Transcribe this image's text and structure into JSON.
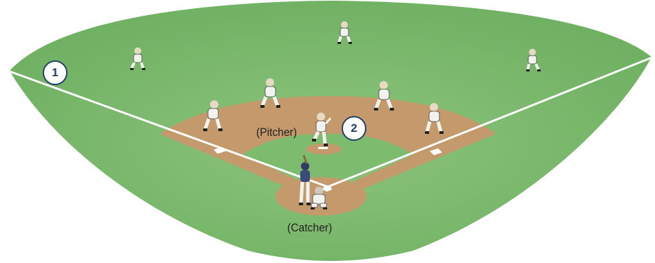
{
  "diagram": {
    "markers": [
      {
        "id": "1",
        "label": "1"
      },
      {
        "id": "2",
        "label": "2"
      }
    ],
    "labels": {
      "pitcher": "(Pitcher)",
      "catcher": "(Catcher)"
    },
    "colors": {
      "grass": "#7dbb6f",
      "infield_dirt": "#c49a6c",
      "foul_line": "#ffffff",
      "marker_border": "#1f3f66",
      "fielder_uniform": "#f2f2ee",
      "batter_uniform": "#3b4a78"
    }
  }
}
